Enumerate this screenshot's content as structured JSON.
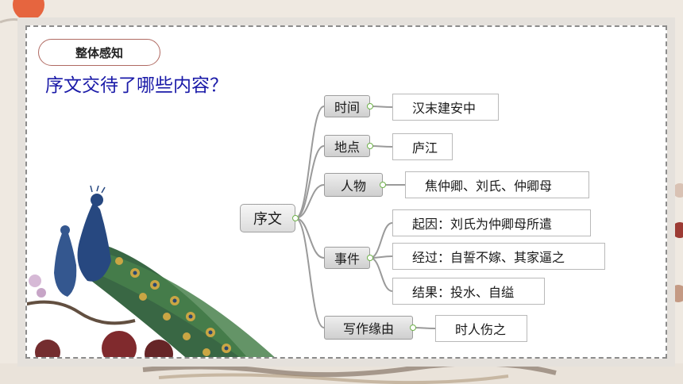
{
  "section_label": "整体感知",
  "question": "序文交待了哪些内容？",
  "mindmap": {
    "root": "序文",
    "branches": [
      {
        "label": "时间",
        "leaves": [
          "汉末建安中"
        ]
      },
      {
        "label": "地点",
        "leaves": [
          "庐江"
        ]
      },
      {
        "label": "人物",
        "leaves": [
          "焦仲卿、刘氏、仲卿母"
        ]
      },
      {
        "label": "事件",
        "leaves": [
          "起因：刘氏为仲卿母所遣",
          "经过：自誓不嫁、其家逼之",
          "结果：投水、自缢"
        ]
      },
      {
        "label": "写作缘由",
        "leaves": [
          "时人伤之"
        ]
      }
    ]
  },
  "colors": {
    "question": "#1a1aa8",
    "pill_border": "#b06a62",
    "connector": "#9a9a9a",
    "expander": "#6fb34a"
  },
  "icons": [
    "peacock-illustration",
    "sun-decoration"
  ]
}
